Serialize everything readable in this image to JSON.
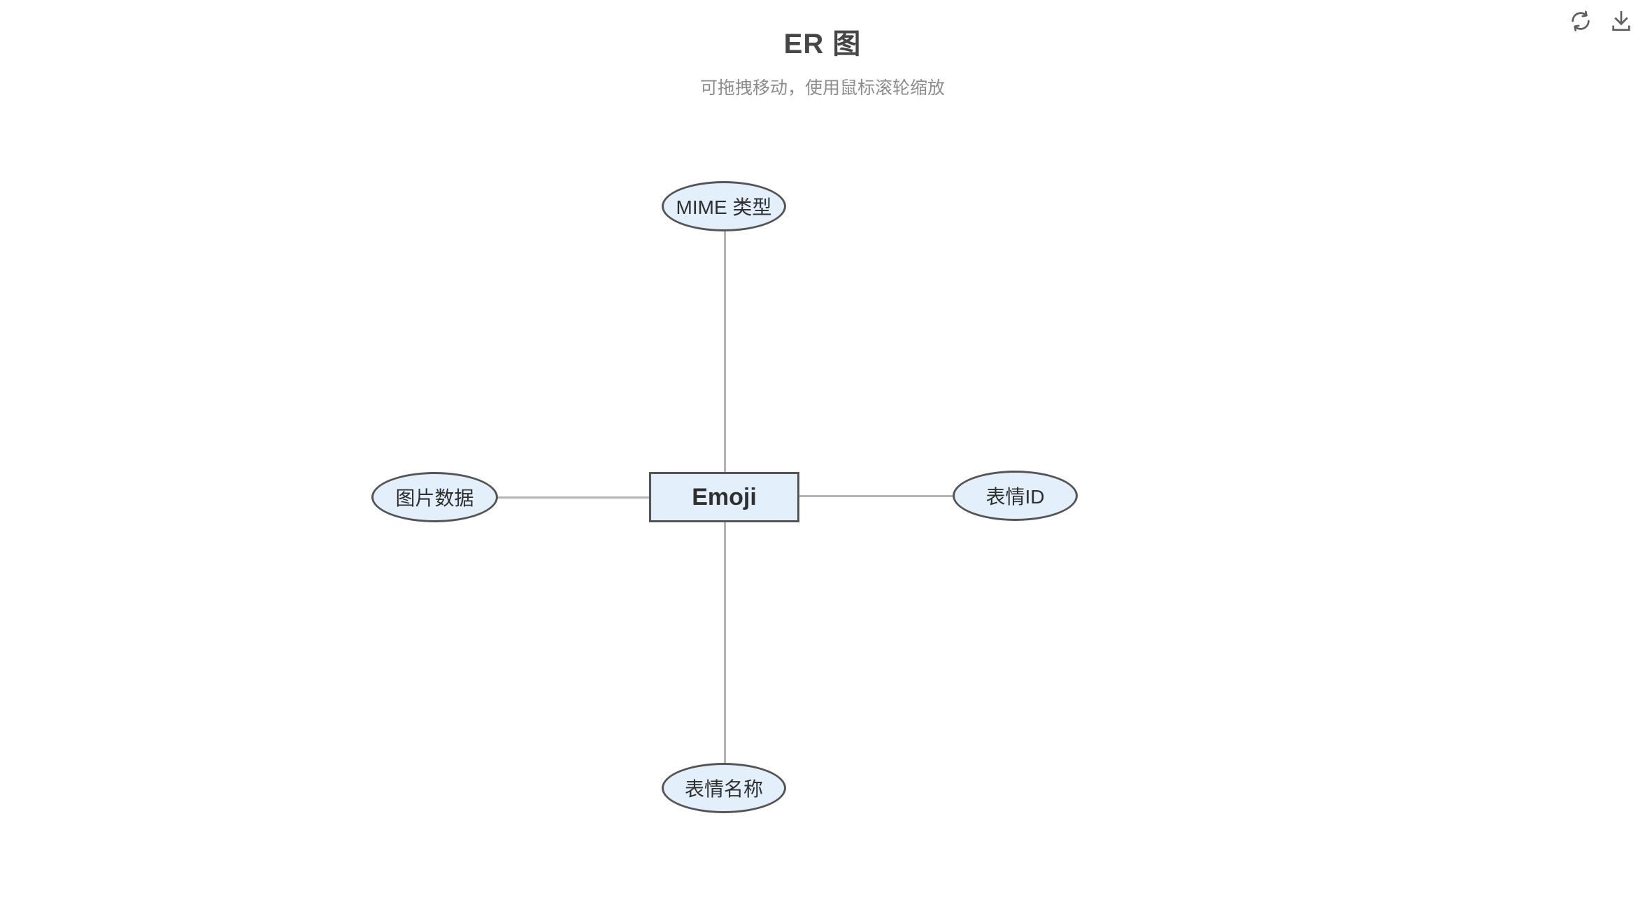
{
  "header": {
    "title": "ER 图",
    "subtitle": "可拖拽移动，使用鼠标滚轮缩放"
  },
  "toolbar": {
    "icons": [
      {
        "name": "refresh-icon",
        "action": "refresh"
      },
      {
        "name": "download-icon",
        "action": "download"
      }
    ]
  },
  "diagram": {
    "entity": {
      "label": "Emoji",
      "shape": "rectangle"
    },
    "attributes": [
      {
        "label": "MIME 类型",
        "position": "top",
        "shape": "ellipse"
      },
      {
        "label": "图片数据",
        "position": "left",
        "shape": "ellipse"
      },
      {
        "label": "表情ID",
        "position": "right",
        "shape": "ellipse"
      },
      {
        "label": "表情名称",
        "position": "bottom",
        "shape": "ellipse"
      }
    ],
    "connectors": [
      {
        "from": "Emoji",
        "to": "MIME 类型"
      },
      {
        "from": "Emoji",
        "to": "图片数据"
      },
      {
        "from": "Emoji",
        "to": "表情ID"
      },
      {
        "from": "Emoji",
        "to": "表情名称"
      }
    ],
    "colors": {
      "node_fill": "#e3f0fc",
      "node_border": "#555555",
      "connector": "#b3b3b3",
      "title_text": "#464646",
      "subtitle_text": "#8c8c8c",
      "icon": "#5f5f5f"
    }
  }
}
